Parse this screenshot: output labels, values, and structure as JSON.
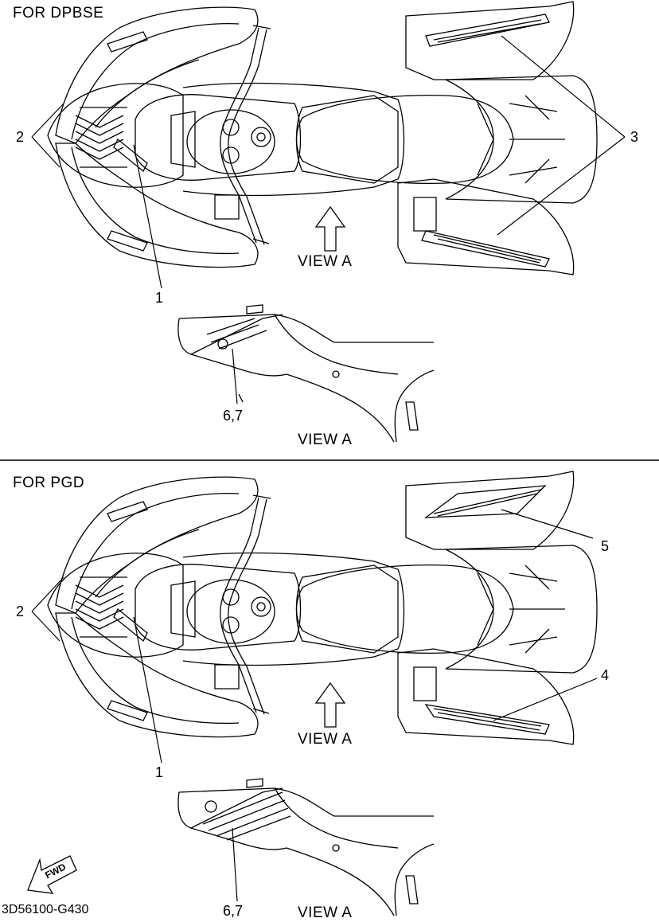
{
  "sections": [
    {
      "title": "FOR DPBSE",
      "callouts": {
        "c2": "2",
        "c3": "3",
        "c1": "1",
        "c67": "6,7"
      },
      "view_label": "VIEW A",
      "detail_label": "VIEW A"
    },
    {
      "title": "FOR PGD",
      "callouts": {
        "c2": "2",
        "c5": "5",
        "c4": "4",
        "c1": "1",
        "c67": "6,7"
      },
      "view_label": "VIEW A",
      "detail_label": "VIEW A"
    }
  ],
  "fwd_label": "FWD",
  "drawing_code": "3D56100-G430"
}
